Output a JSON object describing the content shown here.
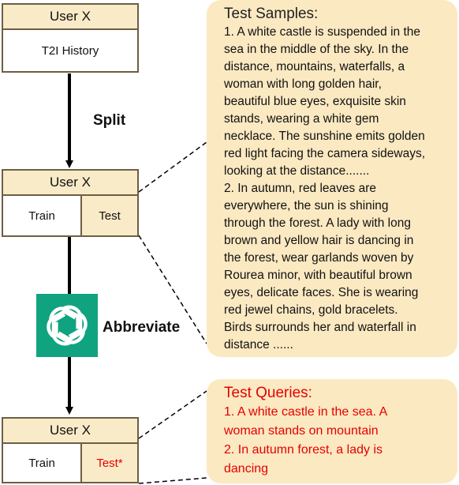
{
  "user_box_1": {
    "title": "User X",
    "history": "T2I History"
  },
  "split_label": "Split",
  "user_box_2": {
    "title": "User X",
    "train": "Train",
    "test": "Test"
  },
  "abbreviate_label": "Abbreviate",
  "user_box_3": {
    "title": "User X",
    "train": "Train",
    "test": "Test*"
  },
  "test_samples": {
    "title": "Test Samples:",
    "lines": [
      "1. A white castle is suspended in the",
      "sea in the middle of the sky. In the",
      "distance, mountains, waterfalls, a",
      "woman with long golden hair,",
      "beautiful blue eyes, exquisite skin",
      "stands, wearing a white gem",
      "necklace. The sunshine emits golden",
      "red light facing the camera sideways,",
      "looking at the distance.......",
      "2. In autumn, red leaves are",
      "everywhere, the sun is shining",
      "through the forest. A lady with long",
      "brown and yellow hair is dancing in",
      "the forest, wear garlands woven by",
      "Rourea minor, with beautiful brown",
      "eyes, delicate faces. She is wearing",
      "red jewel chains, gold bracelets.",
      "Birds surrounds her and waterfall in",
      "distance ......"
    ]
  },
  "test_queries": {
    "title": "Test Queries:",
    "lines": [
      "1. A white castle in the sea. A",
      "woman stands on mountain",
      "2. In autumn forest, a lady is",
      "dancing"
    ]
  },
  "colors": {
    "panel_bg": "#fbe9c2",
    "header_bg": "#faebc8",
    "border": "#6e5e44",
    "query_red": "#e60000",
    "openai_green": "#10a37f"
  },
  "icon": "openai-logo-icon"
}
